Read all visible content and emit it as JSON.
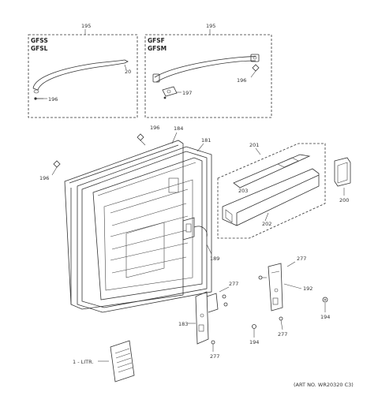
{
  "kit_left": {
    "callout": "195",
    "models": [
      "GFSS",
      "GFSL"
    ],
    "parts": {
      "handle": "20",
      "screw": "196"
    }
  },
  "kit_right": {
    "callout": "195",
    "models": [
      "GFSF",
      "GFSM"
    ],
    "parts": {
      "screw": "196",
      "bracket": "197"
    }
  },
  "door_labels": {
    "screw_top": "196",
    "gasket": "184",
    "door": "181",
    "screw_left": "196",
    "hinge_pin": "189"
  },
  "bin_labels": {
    "assembly": "201",
    "trim": "203",
    "bin": "202",
    "cap": "200"
  },
  "hinge_labels": {
    "screw_a": "277",
    "screw_b": "277",
    "hinge_left": "183",
    "screw_c": "277",
    "hinge_right": "192",
    "pin": "194",
    "screw_d": "277",
    "washer": "194"
  },
  "manual": {
    "label": "1 - LITR."
  },
  "art_number": "(ART NO. WR20320 C3)"
}
